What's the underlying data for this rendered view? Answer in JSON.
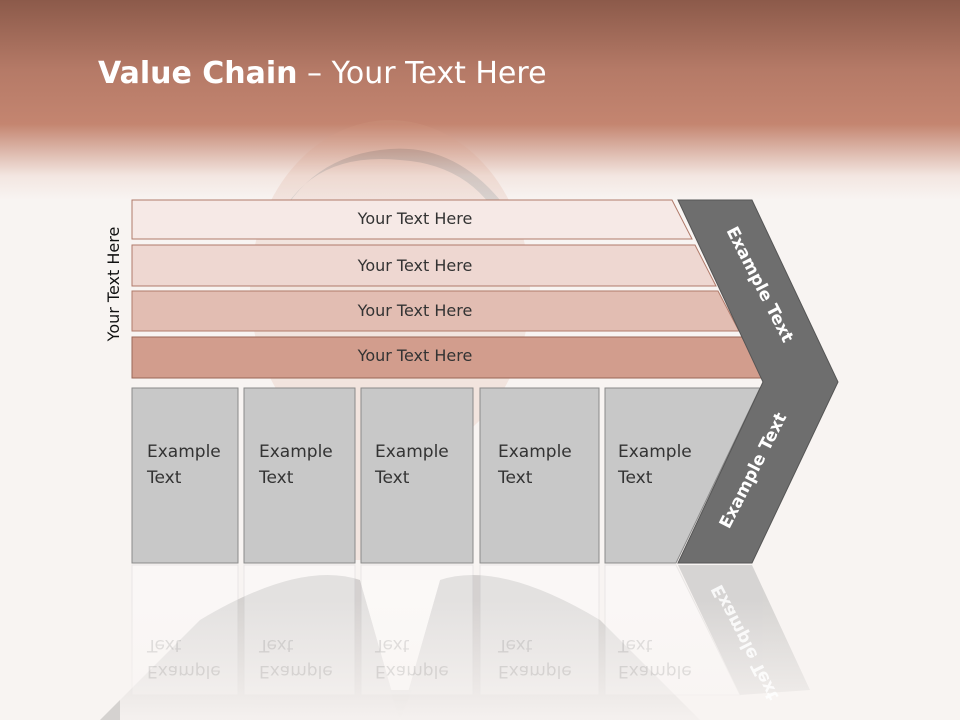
{
  "title": {
    "bold": "Value Chain",
    "rest": " – Your Text Here"
  },
  "side_label": "Your Text Here",
  "rows": [
    "Your Text Here",
    "Your Text Here",
    "Your Text Here",
    "Your Text Here"
  ],
  "boxes": [
    {
      "line1": "Example",
      "line2": "Text"
    },
    {
      "line1": "Example",
      "line2": "Text"
    },
    {
      "line1": "Example",
      "line2": "Text"
    },
    {
      "line1": "Example",
      "line2": "Text"
    },
    {
      "line1": "Example",
      "line2": "Text"
    }
  ],
  "arrow": {
    "upper": "Example Text",
    "lower": "Example Text"
  },
  "colors": {
    "header": "#c48570",
    "row1": "#f6e9e6",
    "row2": "#eed7d1",
    "row3": "#e2bdb2",
    "row4": "#d29d8d",
    "box": "#c8c8c8",
    "arrow": "#6e6e6e"
  }
}
